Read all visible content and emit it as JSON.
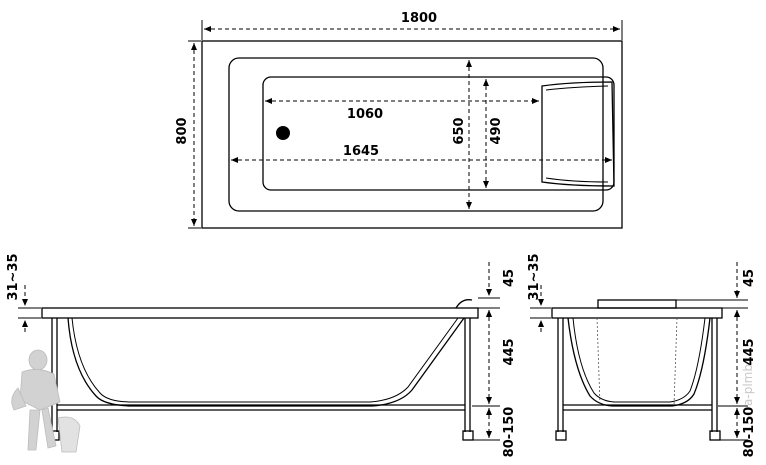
{
  "dimensions": {
    "top_length": "1800",
    "top_width": "800",
    "inner_length": "1060",
    "outer_inner_length": "1645",
    "inner_width_650": "650",
    "inner_width_490": "490",
    "side_rim": "31~35",
    "side_top": "45",
    "side_depth": "445",
    "side_legs": "80-150",
    "end_rim": "31~35",
    "end_top": "45",
    "end_depth": "445",
    "end_legs": "80-150"
  },
  "watermark": {
    "text": "a-plmb"
  },
  "colors": {
    "ink": "#000000",
    "watermark": "#c8c8c8"
  }
}
